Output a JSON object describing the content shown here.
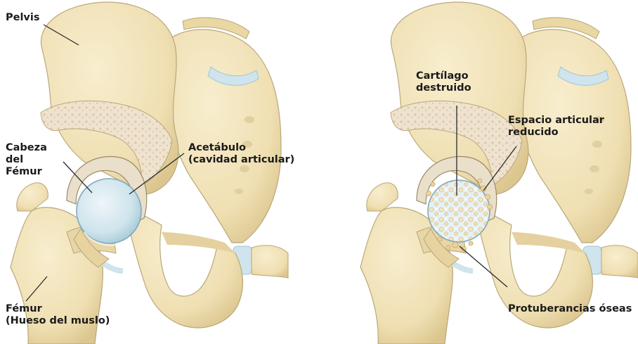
{
  "panels": [
    {
      "name": "healthy-joint",
      "labels": {
        "pelvis": [
          "Pelvis"
        ],
        "femoral_head": [
          "Cabeza",
          "del",
          "Fémur"
        ],
        "acetabulum": [
          "Acetábulo",
          "(cavidad articular)"
        ],
        "femur": [
          "Fémur",
          "(Hueso del muslo)"
        ]
      }
    },
    {
      "name": "arthritic-joint",
      "labels": {
        "destroyed_cartilage": [
          "Cartílago",
          "destruido"
        ],
        "reduced_space": [
          "Espacio articular",
          "reducido"
        ],
        "bone_spurs": [
          "Protuberancias óseas"
        ]
      }
    }
  ],
  "colors": {
    "bone": "#f1e3b9",
    "bone_shadow": "#d9c48e",
    "bone_outline": "#9a8b66",
    "cartilage": "#cfe4ec",
    "cartilage_edge": "#9fc4d4",
    "marrow": "#eadbc9",
    "spur": "#e8cf9a",
    "leader": "#2a2a2a"
  }
}
